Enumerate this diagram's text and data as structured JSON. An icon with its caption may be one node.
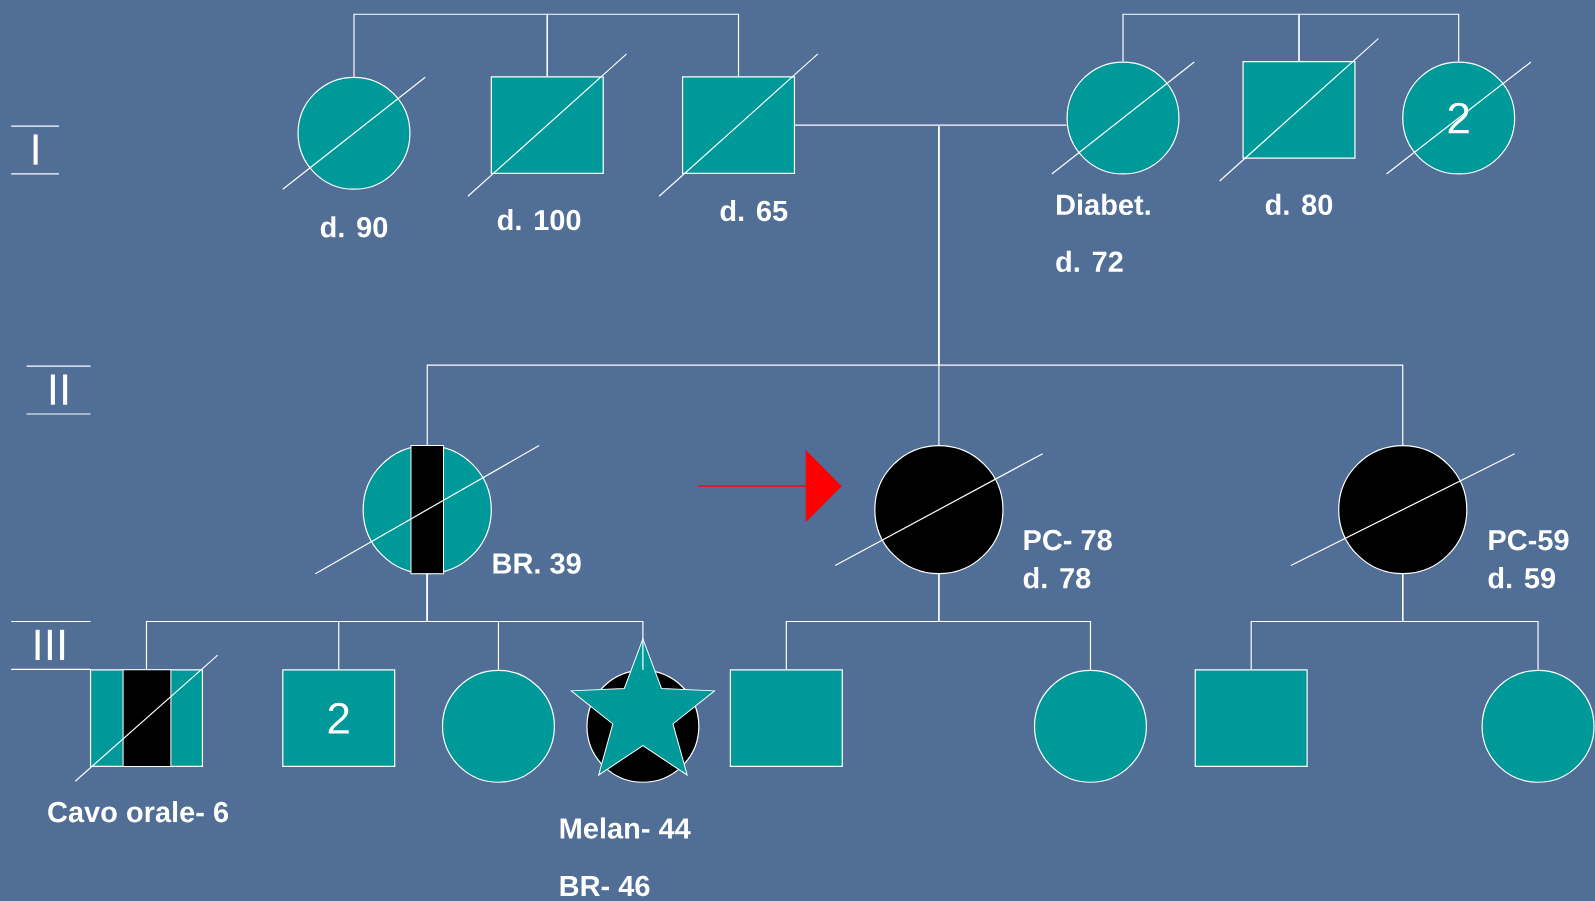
{
  "diagram": {
    "nodes": [
      {
        "text": [],
        "shape": "circle",
        "beside": [
          "d. 90"
        ]
      },
      {
        "text": [],
        "shape": "box",
        "beside": [
          "d. 100"
        ]
      },
      {
        "text": [],
        "shape": "box",
        "beside": [
          "d. 65"
        ]
      },
      {
        "text": [],
        "shape": "circle",
        "beside": [
          "Diabet.",
          "d. 72"
        ]
      },
      {
        "text": [],
        "shape": "box",
        "beside": [
          "d. 80"
        ]
      },
      {
        "text": [
          "2"
        ]
      },
      {
        "text": [],
        "shape": "circle",
        "beside": [
          "BR. 39"
        ]
      },
      {
        "text": [],
        "shape": "circle",
        "beside": [
          "PC- 78",
          "d. 78"
        ]
      },
      {
        "text": [],
        "shape": "circle",
        "beside": [
          "PC-59",
          "d. 59"
        ]
      },
      {
        "text": [],
        "shape": "box",
        "beside": [
          "Cavo orale- 6"
        ]
      },
      {
        "text": [
          "2"
        ]
      },
      {
        "text": [],
        "shape": "circle"
      },
      {
        "text": [],
        "shape": "circle",
        "beside": [
          "Melan- 44",
          "BR- 46"
        ]
      },
      {
        "text": [],
        "shape": "box"
      },
      {
        "text": [],
        "shape": "circle"
      },
      {
        "text": [],
        "shape": "box"
      },
      {
        "text": [],
        "shape": "circle"
      }
    ],
    "edges": [
      {
        "from": 0,
        "to": 1,
        "arrow": "none"
      },
      {
        "from": 1,
        "to": 2,
        "arrow": "none"
      },
      {
        "from": 2,
        "to": 3,
        "arrow": "none"
      },
      {
        "from": 3,
        "to": 4,
        "arrow": "none"
      },
      {
        "from": 4,
        "to": 5,
        "arrow": "none"
      },
      {
        "from": null,
        "to": 6,
        "arrow": "none"
      },
      {
        "from": null,
        "to": 7,
        "arrow": "none"
      },
      {
        "from": null,
        "to": 8,
        "arrow": "none"
      },
      {
        "from": 6,
        "to": 9,
        "arrow": "none"
      },
      {
        "from": 6,
        "to": 10,
        "arrow": "none"
      },
      {
        "from": 6,
        "to": 11,
        "arrow": "none"
      },
      {
        "from": 6,
        "to": 12,
        "arrow": "none"
      },
      {
        "from": 7,
        "to": 13,
        "arrow": "none"
      },
      {
        "from": 7,
        "to": 14,
        "arrow": "none"
      },
      {
        "from": 8,
        "to": 15,
        "arrow": "none"
      },
      {
        "from": 8,
        "to": 16,
        "arrow": "none"
      },
      {
        "from": null,
        "to": 7,
        "arrow": "to",
        "color": "#ff0000"
      }
    ],
    "labels": [
      "I",
      "II",
      "III"
    ]
  }
}
